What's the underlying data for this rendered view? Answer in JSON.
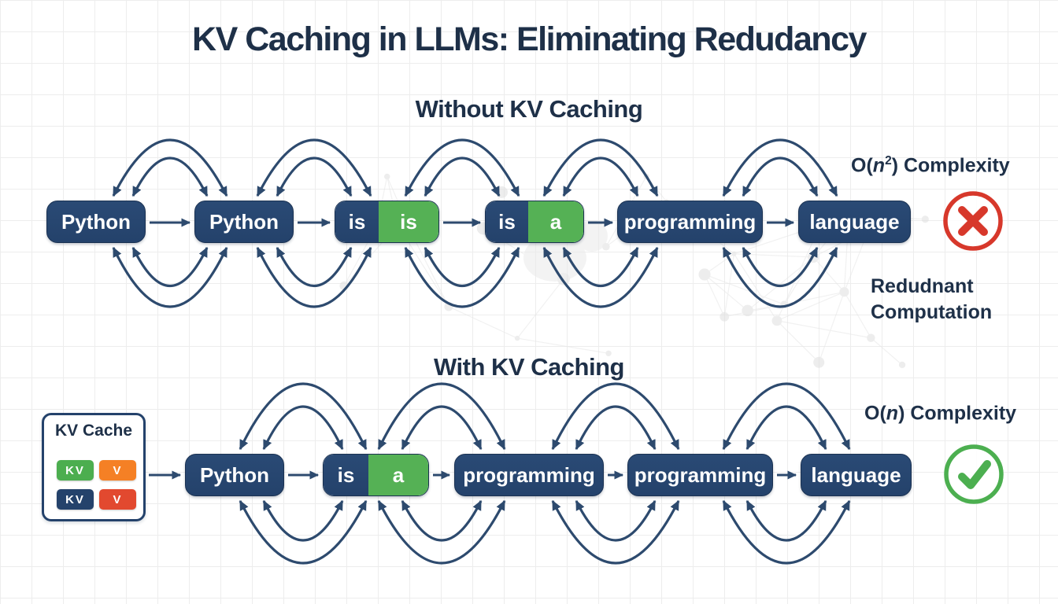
{
  "title": "KV Caching in LLMs: Eliminating Redudancy",
  "colors": {
    "ink_navy": "#1e3048",
    "box_navy": "#24426b",
    "box_navy_border": "#1b3252",
    "token_green": "#55b155",
    "arc_navy": "#2d4a6e",
    "error_red": "#d7382b",
    "success_green": "#4caf50",
    "chip_green": "#4cae4f",
    "chip_orange": "#f58025",
    "chip_navy": "#24426b",
    "chip_red": "#e2492f"
  },
  "without_section": {
    "heading": "Without KV Caching",
    "tokens": [
      {
        "label": "Python"
      },
      {
        "label": "Python"
      },
      {
        "left": "is",
        "right": "is"
      },
      {
        "left": "is",
        "right": "a"
      },
      {
        "label": "programming"
      },
      {
        "label": "language"
      }
    ],
    "complexity": {
      "prefix": "O(",
      "variable": "n",
      "superscript": "2",
      "suffix": ") Complexity"
    },
    "note_line1": "Redudnant",
    "note_line2": "Computation",
    "status_icon": "error-cross-icon"
  },
  "with_section": {
    "heading": "With KV Caching",
    "kv_cache": {
      "title": "KV Cache",
      "chips": [
        {
          "label": "KV",
          "color": "#4cae4f"
        },
        {
          "label": "V",
          "color": "#f58025"
        },
        {
          "label": "KV",
          "color": "#24426b"
        },
        {
          "label": "V",
          "color": "#e2492f"
        }
      ]
    },
    "tokens": [
      {
        "label": "Python"
      },
      {
        "left": "is",
        "right": "a"
      },
      {
        "label": "programming"
      },
      {
        "label": "programming"
      },
      {
        "label": "language"
      }
    ],
    "complexity": {
      "prefix": "O(",
      "variable": "n",
      "superscript": "",
      "suffix": ") Complexity"
    },
    "status_icon": "success-check-icon"
  }
}
